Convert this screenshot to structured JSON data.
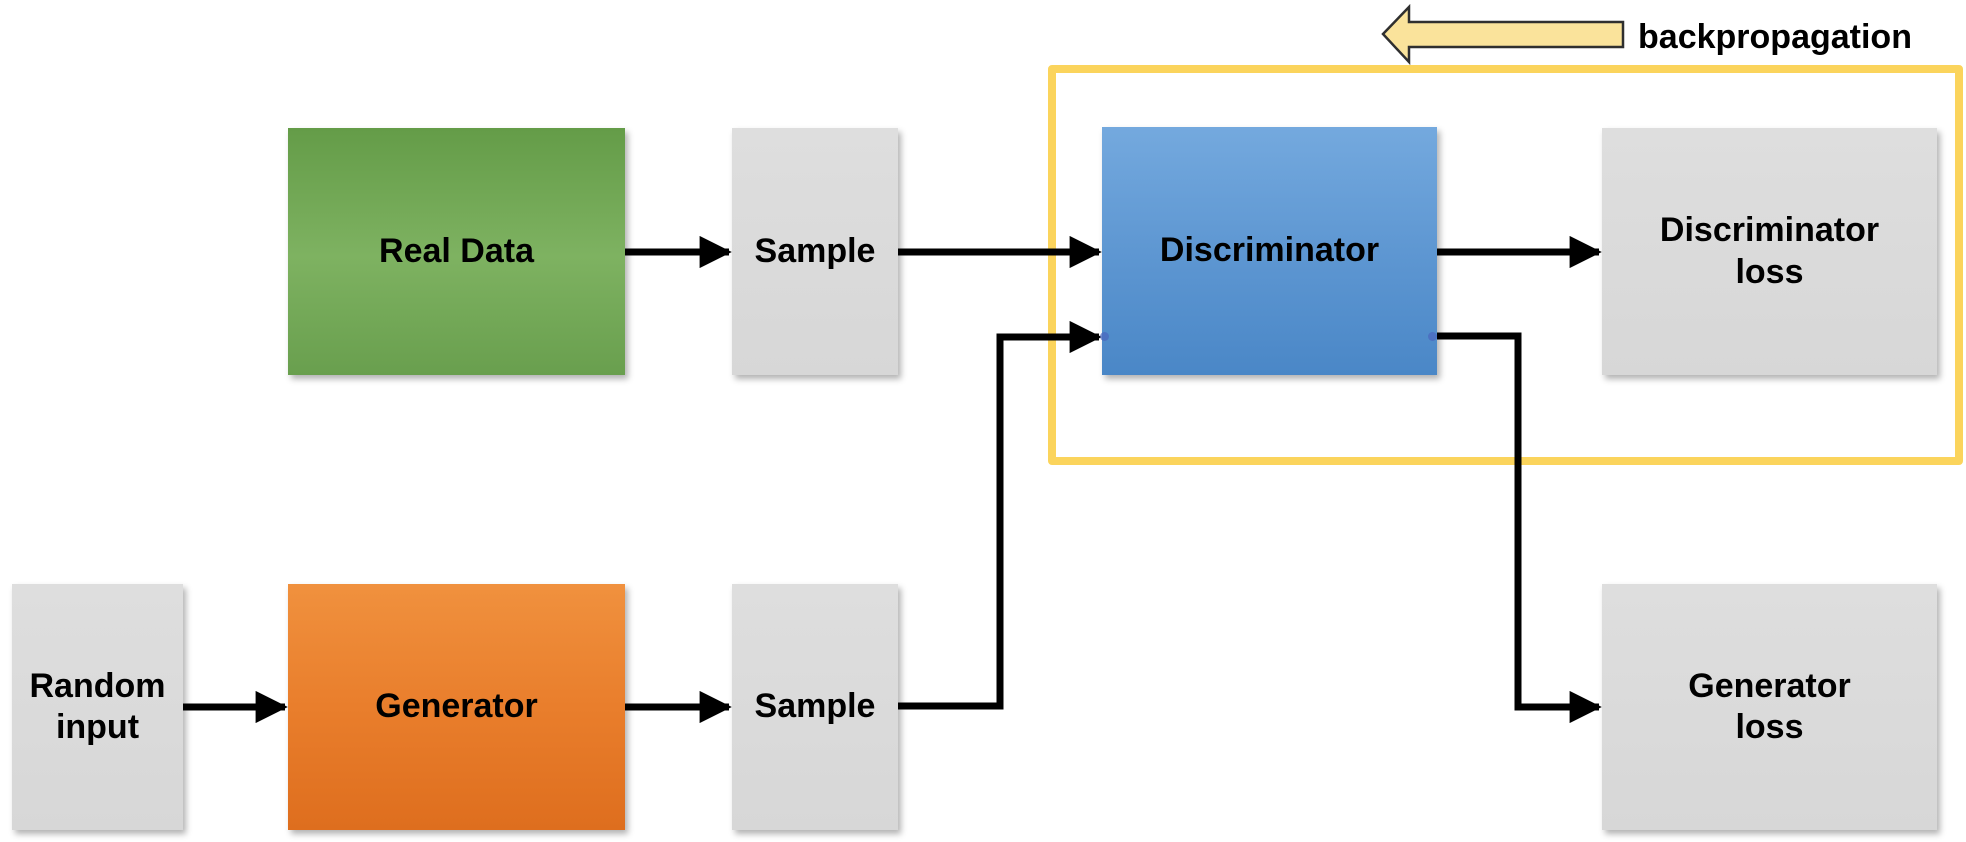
{
  "diagram": {
    "background_color": "#FFFFFF",
    "connector_color": "#000000",
    "backprop": {
      "label": "backpropagation",
      "arrow_direction": "left",
      "arrow_fill": "#FAE39B",
      "arrow_outline": "#2F2F2F",
      "frame_color": "#FBD45C"
    },
    "nodes": {
      "real_data": {
        "label": "Real Data",
        "fill_top": "#649C48",
        "fill_bottom": "#699F4E"
      },
      "sample_top": {
        "label": "Sample",
        "fill": "#D9D9D9"
      },
      "discriminator": {
        "label": "Discriminator",
        "fill_top": "#74A9DE",
        "fill_bottom": "#4A87C7"
      },
      "discriminator_loss": {
        "label": "Discriminator\nloss",
        "fill": "#D9D9D9"
      },
      "random_input": {
        "label": "Random\ninput",
        "fill": "#D9D9D9"
      },
      "generator": {
        "label": "Generator",
        "fill_top": "#F0913E",
        "fill_bottom": "#DE6E1E"
      },
      "sample_bottom": {
        "label": "Sample",
        "fill": "#D9D9D9"
      },
      "generator_loss": {
        "label": "Generator\nloss",
        "fill": "#D9D9D9"
      }
    },
    "edges": [
      {
        "from": "real_data",
        "to": "sample_top"
      },
      {
        "from": "sample_top",
        "to": "discriminator"
      },
      {
        "from": "discriminator",
        "to": "discriminator_loss"
      },
      {
        "from": "random_input",
        "to": "generator"
      },
      {
        "from": "generator",
        "to": "sample_bottom"
      },
      {
        "from": "sample_bottom",
        "to": "discriminator"
      },
      {
        "from": "discriminator",
        "to": "generator_loss"
      }
    ]
  }
}
